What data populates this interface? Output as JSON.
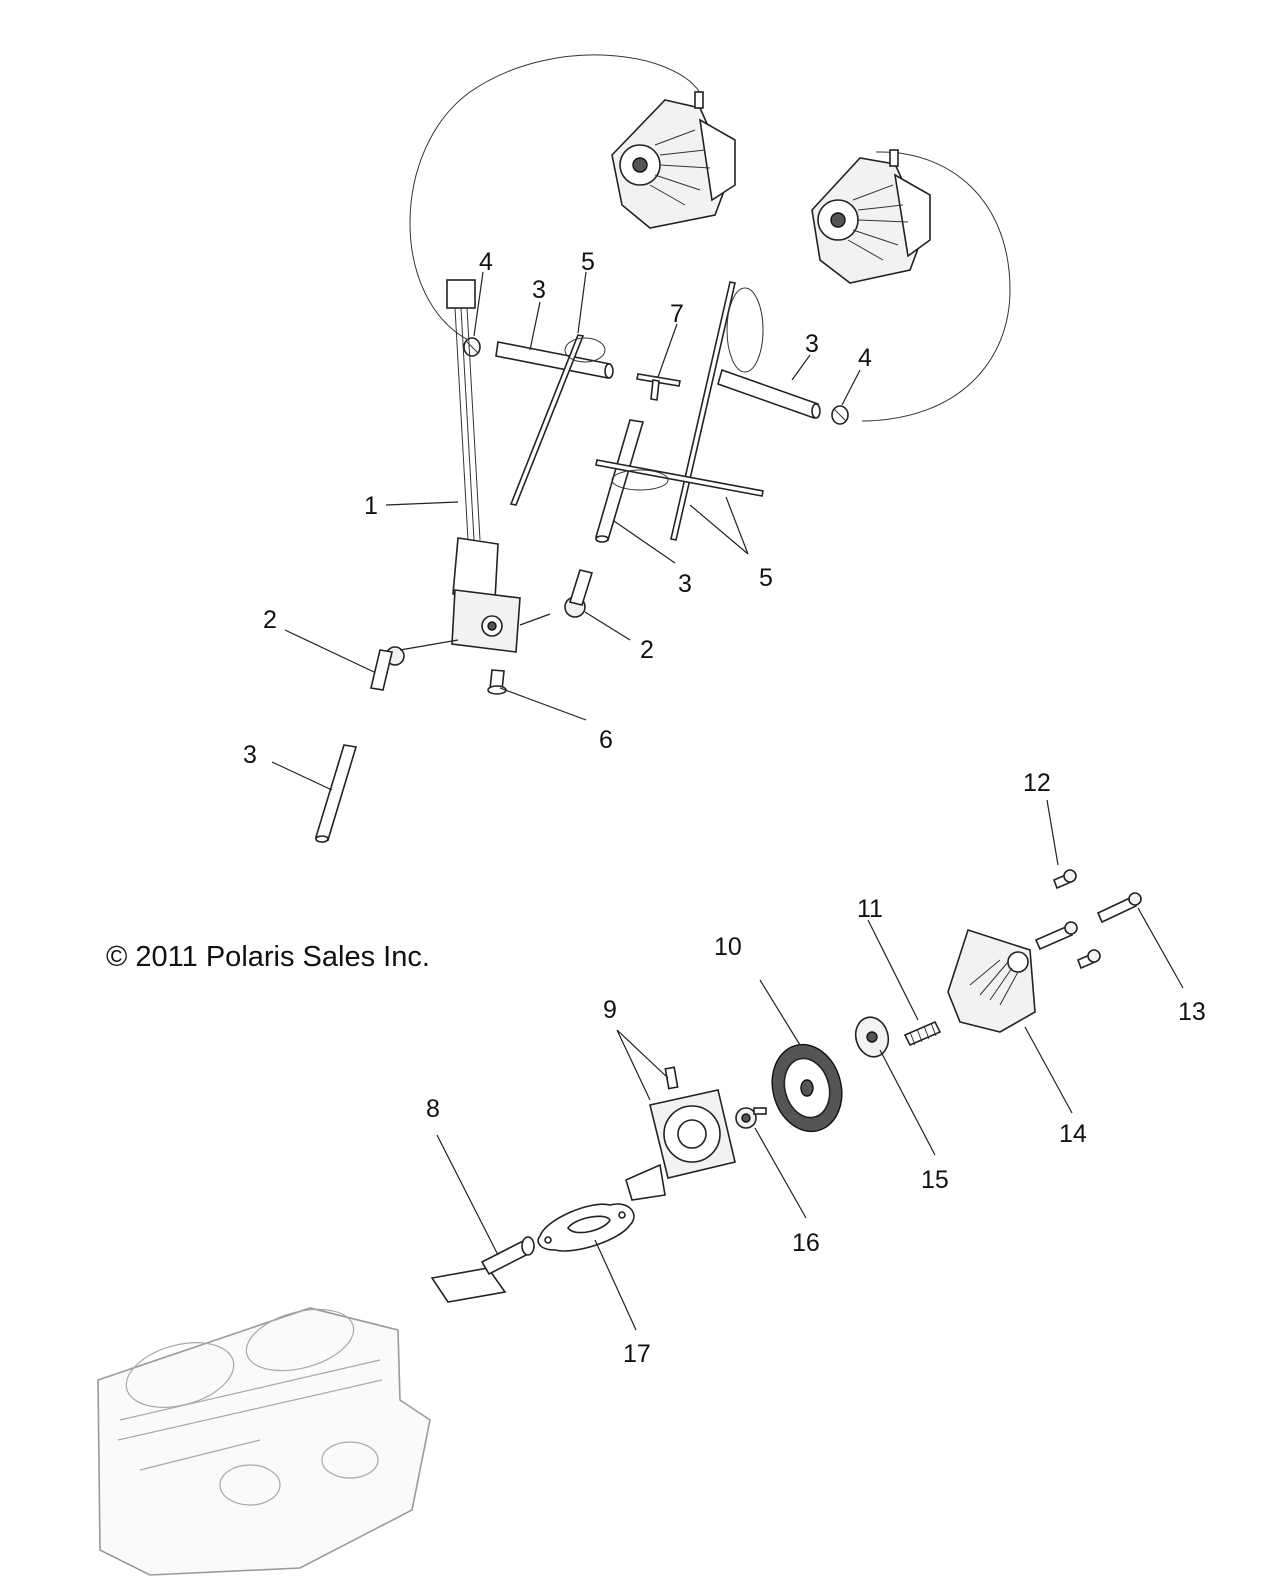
{
  "copyright": "© 2011 Polaris Sales Inc.",
  "callouts": [
    {
      "id": "c1",
      "text": "1"
    },
    {
      "id": "c2a",
      "text": "2"
    },
    {
      "id": "c2b",
      "text": "2"
    },
    {
      "id": "c3a",
      "text": "3"
    },
    {
      "id": "c3b",
      "text": "3"
    },
    {
      "id": "c3c",
      "text": "3"
    },
    {
      "id": "c3d",
      "text": "3"
    },
    {
      "id": "c4a",
      "text": "4"
    },
    {
      "id": "c4b",
      "text": "4"
    },
    {
      "id": "c5a",
      "text": "5"
    },
    {
      "id": "c5b",
      "text": "5"
    },
    {
      "id": "c6",
      "text": "6"
    },
    {
      "id": "c7",
      "text": "7"
    },
    {
      "id": "c8",
      "text": "8"
    },
    {
      "id": "c9",
      "text": "9"
    },
    {
      "id": "c10",
      "text": "10"
    },
    {
      "id": "c11",
      "text": "11"
    },
    {
      "id": "c12",
      "text": "12"
    },
    {
      "id": "c13",
      "text": "13"
    },
    {
      "id": "c14",
      "text": "14"
    },
    {
      "id": "c15",
      "text": "15"
    },
    {
      "id": "c16",
      "text": "16"
    },
    {
      "id": "c17",
      "text": "17"
    }
  ]
}
